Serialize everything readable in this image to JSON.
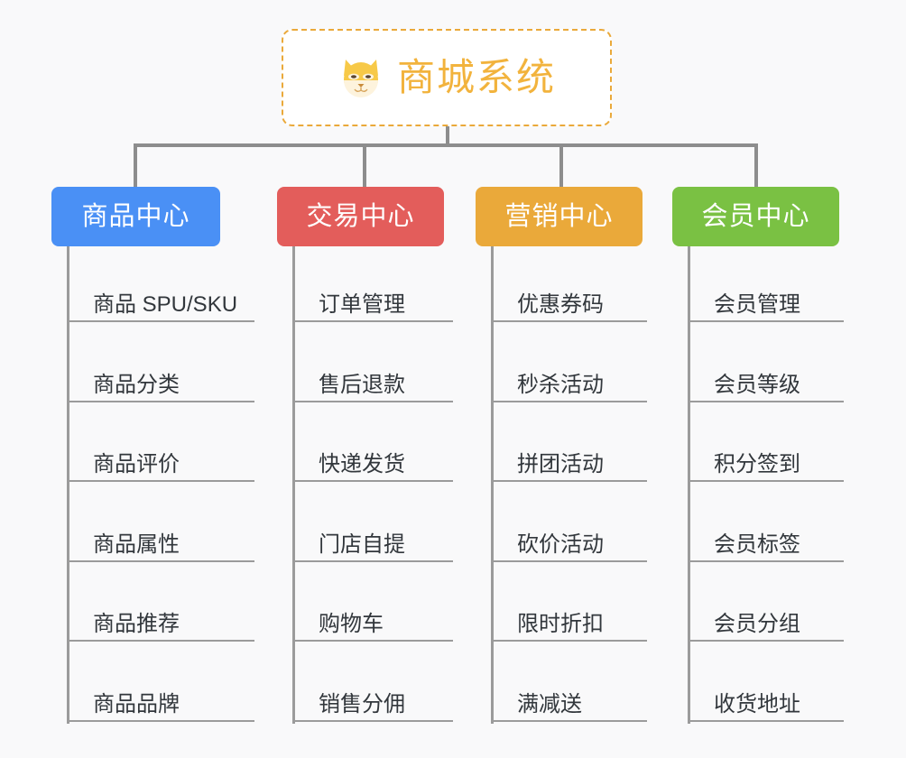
{
  "page": {
    "background_color": "#f9f9fa",
    "layout": "mindmap",
    "line_color": "#8d8d8d"
  },
  "root": {
    "title": "商城系统",
    "icon": "shiba-dog-icon",
    "text_color": "#f2b33d",
    "border_color": "#eaa93a",
    "background_color": "#ffffff"
  },
  "branches": [
    {
      "label": "商品中心",
      "color": "#4a90f5",
      "items": [
        "商品 SPU/SKU",
        "商品分类",
        "商品评价",
        "商品属性",
        "商品推荐",
        "商品品牌"
      ]
    },
    {
      "label": "交易中心",
      "color": "#e35d5b",
      "items": [
        "订单管理",
        "售后退款",
        "快递发货",
        "门店自提",
        "购物车",
        "销售分佣"
      ]
    },
    {
      "label": "营销中心",
      "color": "#eaa93a",
      "items": [
        "优惠券码",
        "秒杀活动",
        "拼团活动",
        "砍价活动",
        "限时折扣",
        "满减送"
      ]
    },
    {
      "label": "会员中心",
      "color": "#7ac143",
      "items": [
        "会员管理",
        "会员等级",
        "积分签到",
        "会员标签",
        "会员分组",
        "收货地址"
      ]
    }
  ]
}
